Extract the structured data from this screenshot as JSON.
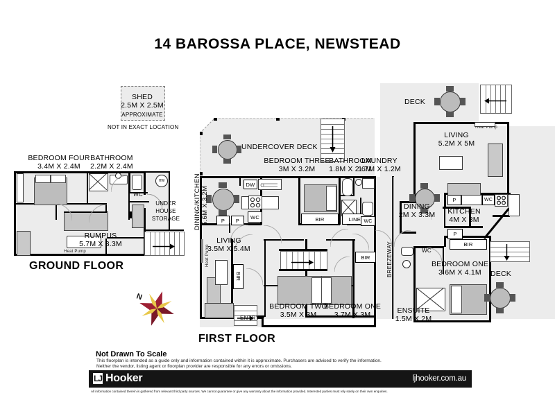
{
  "title": "14 BAROSSA PLACE,  NEWSTEAD",
  "shed": {
    "name": "SHED",
    "dims": "2.5M X 2.5M",
    "note": "APPROXIMATE",
    "caption": "NOT IN EXACT LOCATION"
  },
  "floors": [
    {
      "key": "ground",
      "label": "GROUND FLOOR"
    },
    {
      "key": "first",
      "label": "FIRST FLOOR"
    }
  ],
  "ground_floor": {
    "label": "GROUND FLOOR",
    "rooms": [
      {
        "name": "BEDROOM FOUR",
        "dims": "3.4M X 2.4M"
      },
      {
        "name": "BATHROOM",
        "dims": "2.2M X 2.4M"
      },
      {
        "name": "RUMPUS",
        "dims": "5.7M X 3.3M"
      }
    ],
    "tags": [
      "WC",
      "HW"
    ],
    "storage": "UNDER\nHOUSE\nSTORAGE",
    "storage_lines": [
      "UNDER",
      "HOUSE",
      "STORAGE"
    ],
    "stairs_direction": "right"
  },
  "first_floor": {
    "label": "FIRST FLOOR",
    "rooms": [
      {
        "name": "UNDERCOVER DECK",
        "dims": ""
      },
      {
        "name": "BEDROOM THREE",
        "dims": "3M X 3.2M"
      },
      {
        "name": "BATHROOM",
        "dims": "1.8M X 2.6M"
      },
      {
        "name": "LAUNDRY",
        "dims": "1.7M X 1.2M"
      },
      {
        "name": "DINING/KITCHEN",
        "dims": "5.6M X 3.2M"
      },
      {
        "name": "LIVING",
        "dims": "3.5M X 5.4M"
      },
      {
        "name": "BEDROOM TWO",
        "dims": "3.5M X 3M"
      },
      {
        "name": "BEDROOM ONE",
        "dims": "3.7M X 3M"
      },
      {
        "name": "DECK",
        "dims": ""
      },
      {
        "name": "LIVING",
        "dims": "5.2M X 5M"
      },
      {
        "name": "DINING",
        "dims": "2M X 3.3M"
      },
      {
        "name": "KITCHEN",
        "dims": "4M X 3M"
      },
      {
        "name": "BEDROOM ONE",
        "dims": "3.6M X 4.1M"
      },
      {
        "name": "ENSUITE",
        "dims": "1.5M X 2M"
      },
      {
        "name": "DECK",
        "dims": ""
      }
    ],
    "tags": [
      "ENTRY",
      "BREEZEWAY",
      "BIR",
      "LINEN",
      "WC",
      "P",
      "DW",
      "Heat Pump"
    ]
  },
  "labels": {
    "undercover_deck": "UNDERCOVER DECK",
    "bedroom_three": "BEDROOM THREE",
    "bedroom_three_dims": "3M X 3.2M",
    "bathroom_ff": "BATHROOM",
    "bathroom_ff_dims": "1.8M X 2.6M",
    "laundry": "LAUNDRY",
    "laundry_dims": "1.7M X 1.2M",
    "dining_kitchen": "DINING/KITCHEN",
    "dining_kitchen_dims": "5.6M X 3.2M",
    "living_ff": "LIVING",
    "living_ff_dims": "3.5M X 5.4M",
    "bedroom_two": "BEDROOM TWO",
    "bedroom_two_dims": "3.5M X 3M",
    "bedroom_one_ff": "BEDROOM ONE",
    "bedroom_one_ff_dims": "3.7M X 3M",
    "entry": "ENTRY",
    "breezeway": "BREEZEWAY",
    "deck_top": "DECK",
    "living_r": "LIVING",
    "living_r_dims": "5.2M X 5M",
    "dining_r": "DINING",
    "dining_r_dims": "2M X 3.3M",
    "kitchen_r": "KITCHEN",
    "kitchen_r_dims": "4M X 3M",
    "bedroom_one_r": "BEDROOM ONE",
    "bedroom_one_r_dims": "3.6M X 4.1M",
    "ensuite": "ENSUITE",
    "ensuite_dims": "1.5M X 2M",
    "deck_bottom": "DECK",
    "bedroom_four": "BEDROOM FOUR",
    "bedroom_four_dims": "3.4M X 2.4M",
    "bathroom_gf": "BATHROOM",
    "bathroom_gf_dims": "2.2M X 2.4M",
    "rumpus": "RUMPUS",
    "rumpus_dims": "5.7M X 3.3M",
    "under_house_1": "UNDER",
    "under_house_2": "HOUSE",
    "under_house_3": "STORAGE",
    "heat_pump_1": "Heat Pump",
    "heat_pump_2": "Heat Pump",
    "wc": "WC",
    "hw": "HW",
    "bir": "BIR",
    "linen": "LINEN",
    "p": "P",
    "dw": "DW",
    "north": "N"
  },
  "footer": {
    "not_to_scale": "Not Drawn To Scale",
    "disclaimer": "This floorplan is intended as a guide only and information contained within it is approximate. Purchasers are advised to verify the information. Neither the vendor, listing agent or floorplan provider are responsible for any errors or omissions.",
    "logo_mark": "LJ",
    "logo_text": "Hooker",
    "website": "ljhooker.com.au",
    "fine_print": "All information contained therein is gathered from relevant third party sources. We cannot guarantee or give any warranty about the information provided. Interested parties must rely solely on their own enquiries."
  },
  "colors": {
    "wall": "#000000",
    "floor_fill": "#ececec",
    "furniture": "#c9c9c9",
    "band": "#151515",
    "compass_red": "#9e2034",
    "compass_gold": "#e8c84a"
  }
}
